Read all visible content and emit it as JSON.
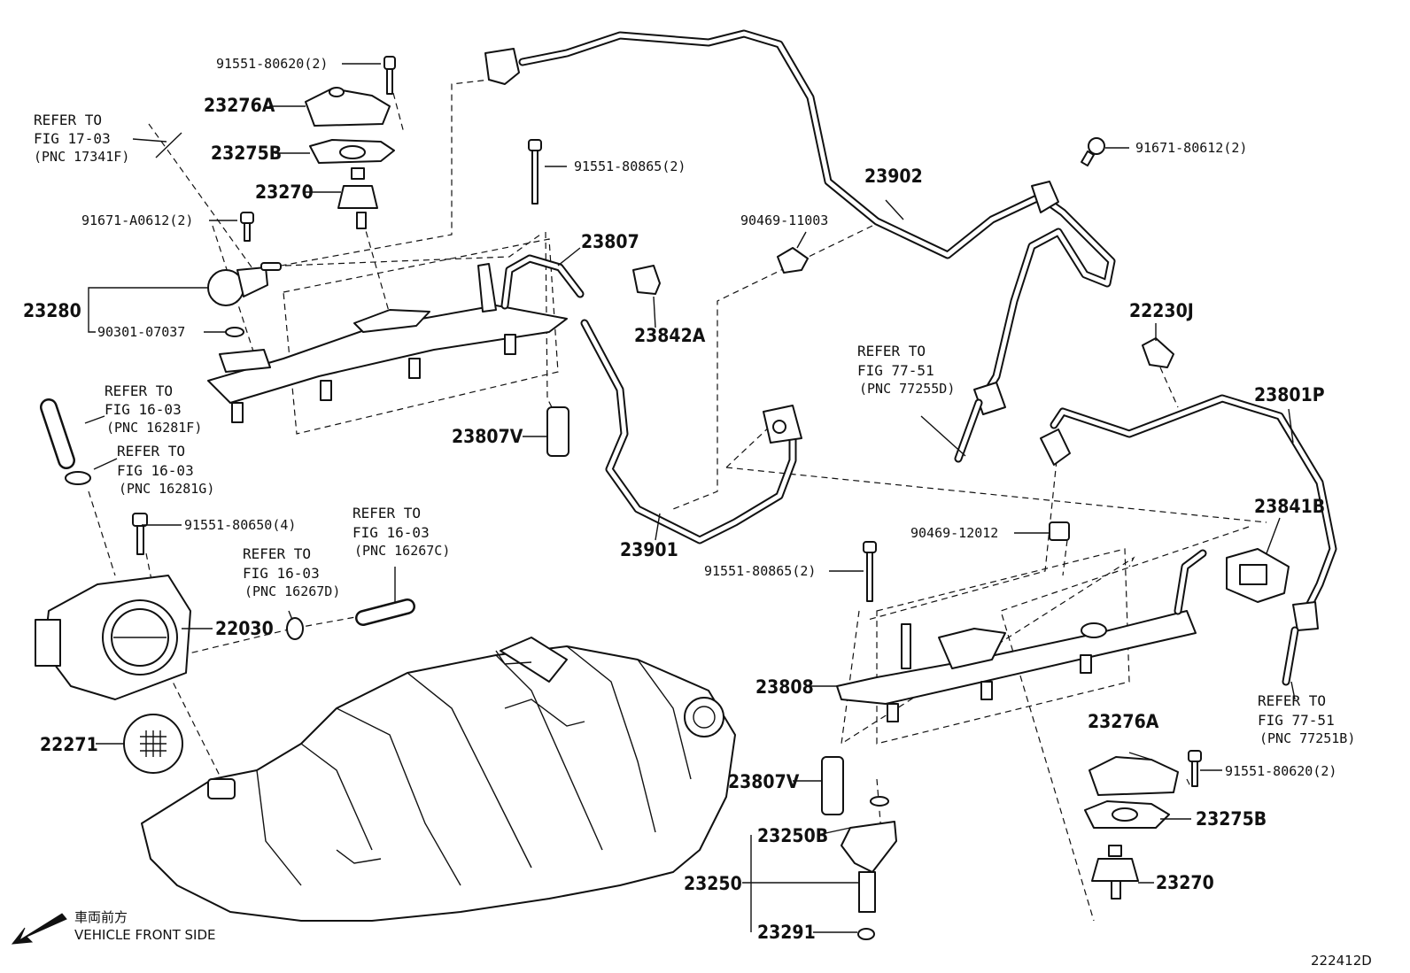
{
  "parts": {
    "p_91551_80620_top": "91551-80620(2)",
    "p_23276A_top": "23276A",
    "p_23275B_top": "23275B",
    "p_23270_top": "23270",
    "p_91671_A0612": "91671-A0612(2)",
    "p_23280": "23280",
    "p_90301_07037": "90301-07037",
    "p_91551_80865_top": "91551-80865(2)",
    "p_23807": "23807",
    "p_23807V_top": "23807V",
    "p_23842A": "23842A",
    "p_23901": "23901",
    "p_23902": "23902",
    "p_90469_11003": "90469-11003",
    "p_91671_80612": "91671-80612(2)",
    "p_22230J": "22230J",
    "p_23801P": "23801P",
    "p_23841B": "23841B",
    "p_90469_12012": "90469-12012",
    "p_91551_80865_bot": "91551-80865(2)",
    "p_91551_80650": "91551-80650(4)",
    "p_22030": "22030",
    "p_22271": "22271",
    "p_23808": "23808",
    "p_23807V_bot": "23807V",
    "p_23250B": "23250B",
    "p_23250": "23250",
    "p_23291": "23291",
    "p_23276A_bot": "23276A",
    "p_91551_80620_bot": "91551-80620(2)",
    "p_23275B_bot": "23275B",
    "p_23270_bot": "23270"
  },
  "refs": {
    "r1": {
      "l1": "REFER TO",
      "l2": "FIG 17-03",
      "l3": "(PNC 17341F)"
    },
    "r2": {
      "l1": "REFER TO",
      "l2": "FIG 16-03",
      "l3": "(PNC 16281F)"
    },
    "r3": {
      "l1": "REFER TO",
      "l2": "FIG 16-03",
      "l3": "(PNC 16281G)"
    },
    "r4": {
      "l1": "REFER TO",
      "l2": "FIG 16-03",
      "l3": "(PNC 16267C)"
    },
    "r5": {
      "l1": "REFER TO",
      "l2": "FIG 16-03",
      "l3": "(PNC 16267D)"
    },
    "r6": {
      "l1": "REFER TO",
      "l2": "FIG 77-51",
      "l3": "(PNC 77255D)"
    },
    "r7": {
      "l1": "REFER TO",
      "l2": "FIG 77-51",
      "l3": "(PNC 77251B)"
    }
  },
  "footer": {
    "jp": "車両前方",
    "en": "VEHICLE FRONT SIDE",
    "code": "222412D"
  }
}
